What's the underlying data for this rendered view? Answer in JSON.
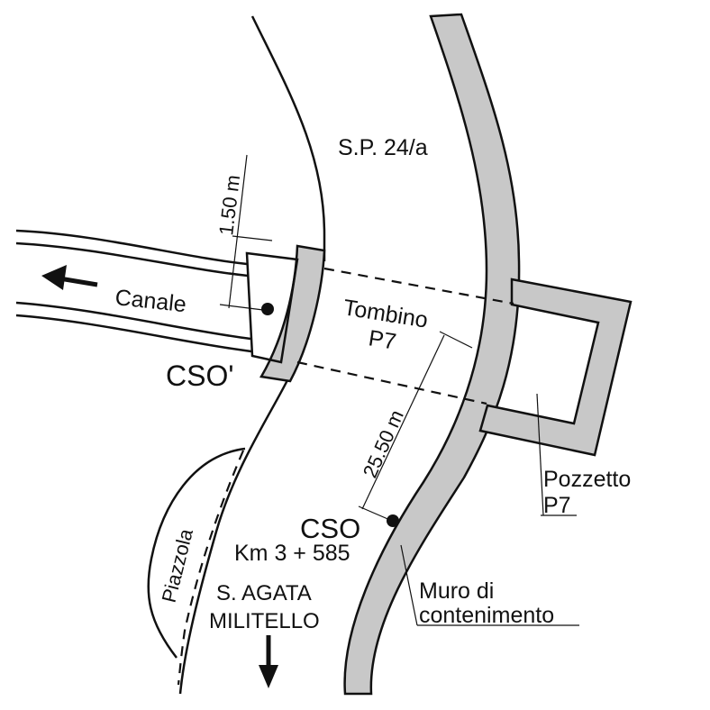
{
  "labels": {
    "road": "S.P. 24/a",
    "canal": "Canale",
    "width_dim": "1.50 m",
    "culvert_line1": "Tombino",
    "culvert_line2": "P7",
    "cso_prime": "CSO'",
    "length_dim": "25.50 m",
    "cso": "CSO",
    "km": "Km 3 + 585",
    "town_line1": "S. AGATA",
    "town_line2": "MILITELLO",
    "layby": "Piazzola",
    "manhole_line1": "Pozzetto",
    "manhole_line2": "P7",
    "wall_line1": "Muro di",
    "wall_line2": "contenimento"
  },
  "colors": {
    "wall_fill": "#c8c8c8",
    "line": "#111111"
  }
}
